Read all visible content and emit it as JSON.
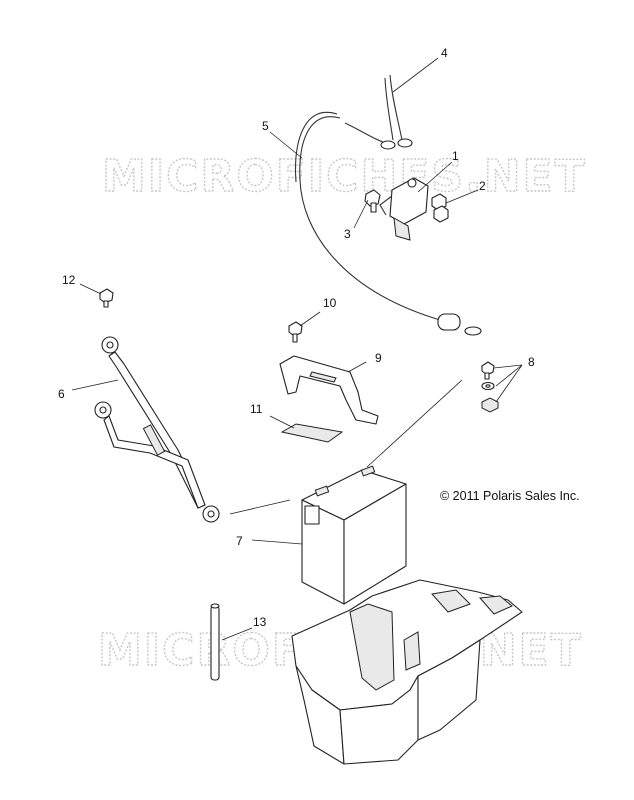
{
  "watermarks": [
    "MICROFICHES.NET",
    "MICROFICHES.NET"
  ],
  "copyright": "© 2011 Polaris Sales Inc.",
  "callouts": [
    "1",
    "2",
    "3",
    "4",
    "5",
    "6",
    "7",
    "8",
    "9",
    "10",
    "11",
    "12",
    "13"
  ]
}
